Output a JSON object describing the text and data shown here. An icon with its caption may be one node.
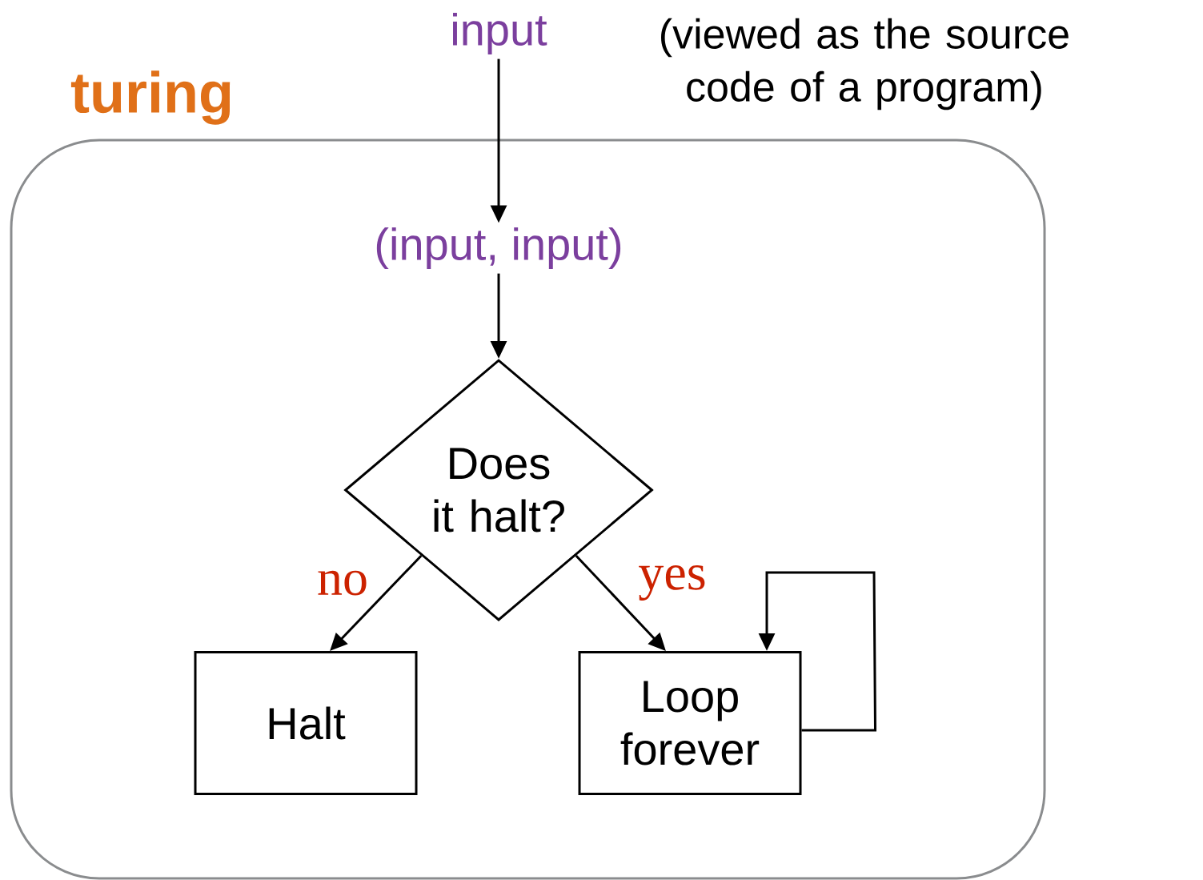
{
  "diagram": {
    "nodes": [
      {
        "text": [
          "turing"
        ]
      },
      {
        "text": [
          "input"
        ],
        "beside": [
          "(viewed as the source code of a program)"
        ]
      },
      {
        "text": [
          "(input, input)"
        ],
        "in": 0
      },
      {
        "text": [
          "Does it halt?"
        ],
        "in": 0
      },
      {
        "text": [
          "Halt"
        ],
        "in": 0
      },
      {
        "text": [
          "Loop forever"
        ],
        "in": 0
      }
    ],
    "edges": [
      {
        "from": 1,
        "to": 2,
        "arrow": "to"
      },
      {
        "from": 2,
        "to": 3,
        "arrow": "to"
      },
      {
        "from": 3,
        "to": 4,
        "arrow": "to",
        "label": "no"
      },
      {
        "from": 3,
        "to": 5,
        "arrow": "to",
        "label": "yes"
      },
      {
        "from": 5,
        "to": 5,
        "arrow": "to"
      }
    ]
  }
}
